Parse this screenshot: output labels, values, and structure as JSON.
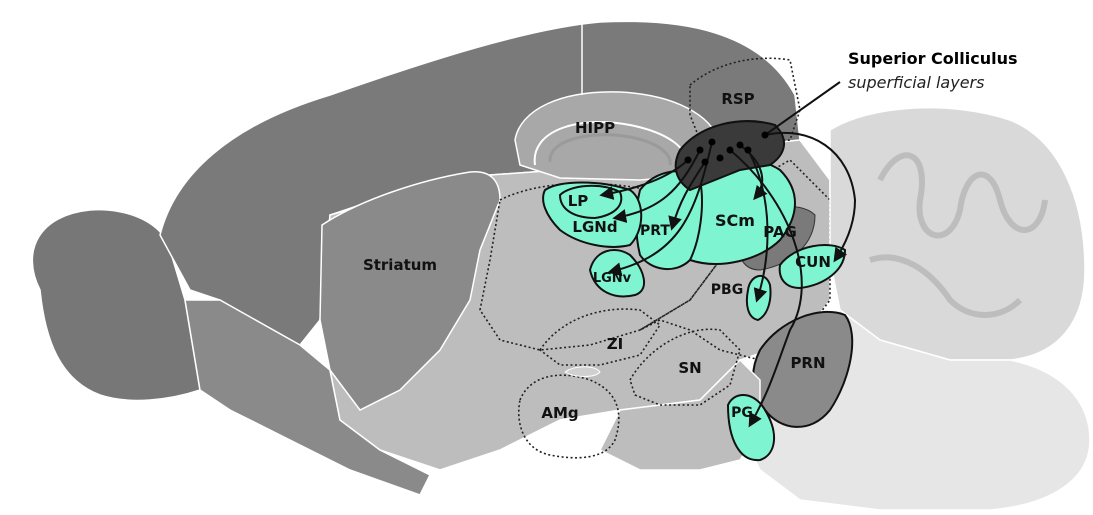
{
  "title": "Superior Colliculus",
  "subtitle": "superficial layers",
  "regions": {
    "rsp": "RSP",
    "hipp": "HIPP",
    "striatum": "Striatum",
    "lp": "LP",
    "lgnd": "LGNd",
    "prt": "PRT",
    "scm": "SCm",
    "pag": "PAG",
    "lgnv": "LGNv",
    "cun": "CUN",
    "pbg": "PBG",
    "zi": "ZI",
    "sn": "SN",
    "prn": "PRN",
    "amg": "AMg",
    "pg": "PG"
  },
  "colors": {
    "target_fill": "#7ef5d0",
    "sc_superficial_fill": "#3a3a3a",
    "brain_dark": "#7a7a7a",
    "brain_mid": "#a8a8a8",
    "thalamus_light": "#e2e2e2",
    "cerebellum_light": "#d9d9d9"
  }
}
